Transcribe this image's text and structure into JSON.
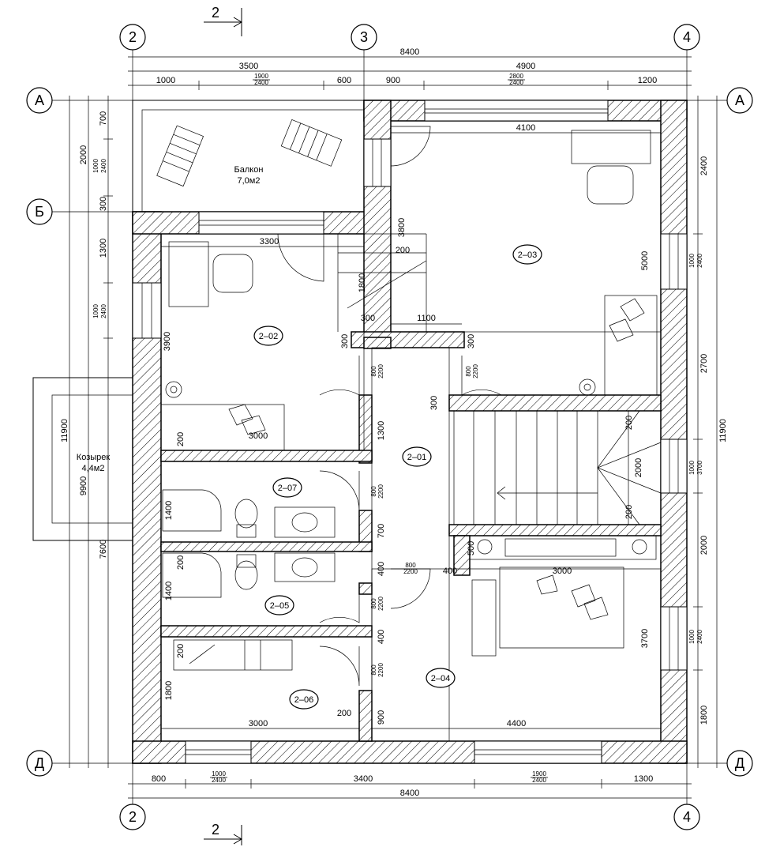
{
  "section_mark": "2",
  "axes": {
    "a2": "2",
    "a3": "3",
    "a4": "4",
    "rA": "А",
    "rB": "Б",
    "rD": "Д"
  },
  "top_dims": {
    "total": "8400",
    "d3500": "3500",
    "d4900": "4900",
    "d1000": "1000",
    "w1_top": "1900",
    "w1_bot": "2400",
    "d600": "600",
    "d900": "900",
    "w2_top": "2800",
    "w2_bot": "2400",
    "d1200": "1200"
  },
  "bottom_dims": {
    "d800": "800",
    "w_a_top": "1000",
    "w_a_bot": "2400",
    "d3400": "3400",
    "w_b_top": "1900",
    "w_b_bot": "2400",
    "d1300": "1300",
    "total": "8400"
  },
  "left_dims": {
    "d700": "700",
    "d2000": "2000",
    "w_top": "1000",
    "w_bot": "2400",
    "d300": "300",
    "d1300": "1300",
    "wl_top": "1000",
    "wl_bot": "2400",
    "d11900": "11900",
    "d9900": "9900",
    "d7600": "7600"
  },
  "right_dims": {
    "d2400": "2400",
    "w1_top": "1000",
    "w1_bot": "2400",
    "d2700": "2700",
    "d11900": "11900",
    "w2_top": "1000",
    "w2_bot": "3700",
    "d2000": "2000",
    "w3_top": "1000",
    "w3_bot": "2400",
    "d1800": "1800"
  },
  "interior_dims": {
    "d4100": "4100",
    "d3300": "3300",
    "d3800": "3800",
    "d200a": "200",
    "d5000": "5000",
    "d1800": "1800",
    "d300a": "300",
    "d1100": "1100",
    "d3900": "3900",
    "d300b": "300",
    "d300c": "300",
    "door_top": "800",
    "door_bot": "2200",
    "d300d": "300",
    "d200b": "200",
    "d3000a": "3000",
    "d1300": "1300",
    "d2000": "2000",
    "d200c": "200",
    "d1400a": "1400",
    "d700": "700",
    "d200d": "200",
    "d3000b": "3000",
    "d400a": "400",
    "d1400b": "1400",
    "d400b": "400",
    "d3700": "3700",
    "d200e": "200",
    "d1800b": "1800",
    "d3000c": "3000",
    "d200f": "200",
    "d900": "900",
    "d4400": "4400",
    "d500": "500",
    "door2_top": "800",
    "door2_bot": "2200"
  },
  "rooms": {
    "r201": "2–01",
    "r202": "2–02",
    "r203": "2–03",
    "r204": "2–04",
    "r205": "2–05",
    "r206": "2–06",
    "r207": "2–07"
  },
  "labels": {
    "balcony_name": "Балкон",
    "balcony_area": "7,0м2",
    "canopy_name": "Козырек",
    "canopy_area": "4,4м2"
  }
}
